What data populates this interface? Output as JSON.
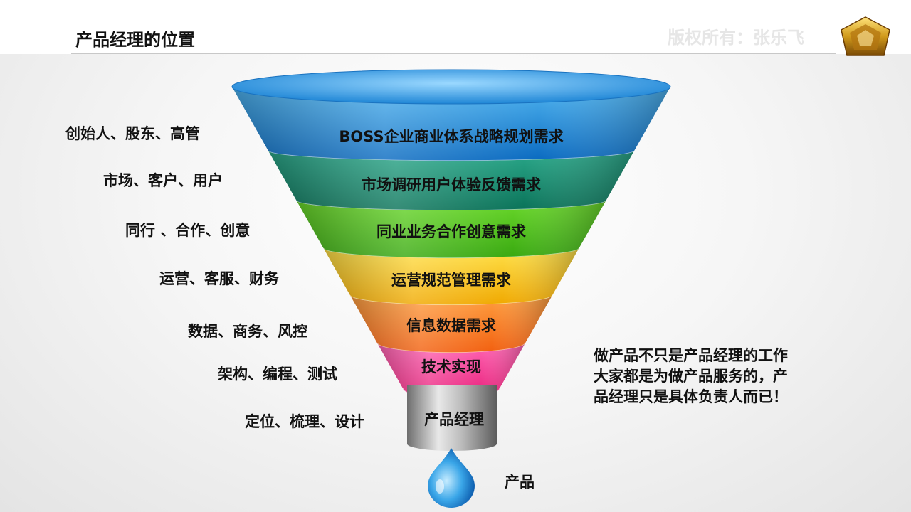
{
  "header": {
    "title": "产品经理的位置",
    "watermark": "版权所有：张乐飞"
  },
  "funnel": {
    "bands": [
      {
        "label": "BOSS企业商业体系战略规划需求",
        "color_top": "#4fb4f0",
        "color_bottom": "#0a6ac0"
      },
      {
        "label": "市场调研用户体验反馈需求",
        "color_top": "#2aa88a",
        "color_bottom": "#0a7258"
      },
      {
        "label": "同业业务合作创意需求",
        "color_top": "#6ad82a",
        "color_bottom": "#38a810"
      },
      {
        "label": "运营规范管理需求",
        "color_top": "#ffe24a",
        "color_bottom": "#f0a800"
      },
      {
        "label": "信息数据需求",
        "color_top": "#ffa040",
        "color_bottom": "#f26010"
      },
      {
        "label": "技术实现",
        "color_top": "#ff66b4",
        "color_bottom": "#e8207a"
      }
    ],
    "neck_label": "产品经理",
    "drop_label": "产品"
  },
  "sources": [
    "创始人、股东、高管",
    "市场、客户、用户",
    "同行 、合作、创意",
    "运营、客服、财务",
    "数据、商务、风控",
    "架构、编程、测试",
    "定位、梳理、设计"
  ],
  "note": {
    "lines": [
      "做产品不只是产品经理的工作",
      "大家都是为做产品服务的，产",
      "品经理只是具体负责人而已！"
    ]
  }
}
